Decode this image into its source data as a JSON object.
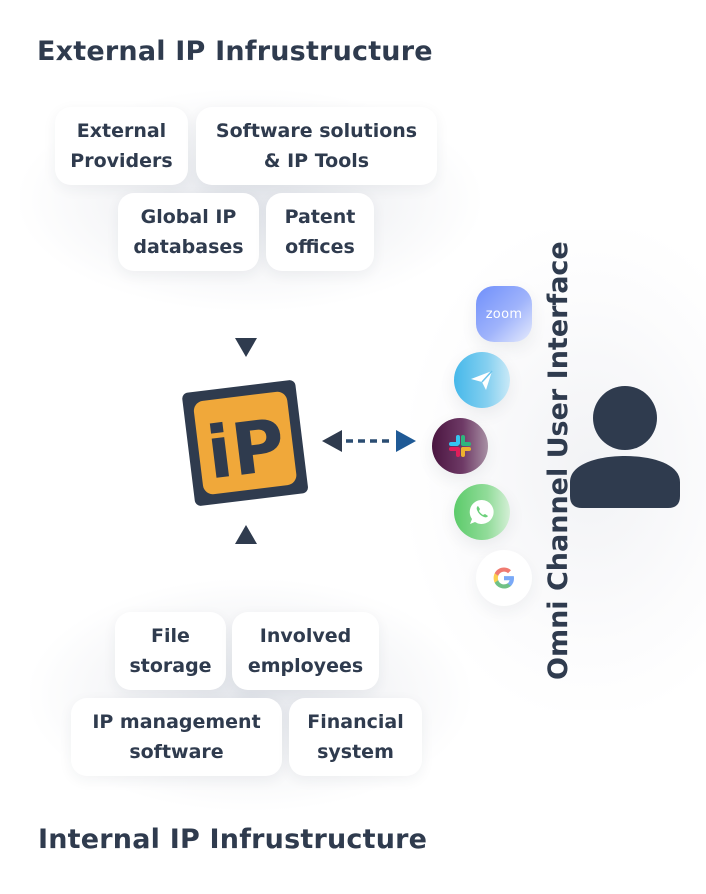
{
  "external": {
    "title": "External IP Infrustructure",
    "cards": [
      {
        "label": "External\nProviders"
      },
      {
        "label": "Software solutions\n& IP Tools"
      },
      {
        "label": "Global IP\ndatabases"
      },
      {
        "label": "Patent\noffices"
      }
    ]
  },
  "internal": {
    "title": "Internal IP Infrustructure",
    "cards": [
      {
        "label": "File\nstorage"
      },
      {
        "label": "Involved\nemployees"
      },
      {
        "label": "IP management\nsoftware"
      },
      {
        "label": "Financial\nsystem"
      }
    ]
  },
  "center": {
    "logo_text": "iP",
    "logo_colors": {
      "frame": "#2f3b4e",
      "fill": "#f0a83a",
      "text": "#2f3b4e"
    }
  },
  "omni_channel": {
    "title": "Omni Channel User Interface",
    "apps": [
      {
        "name": "Zoom",
        "icon": "zoom-icon",
        "label": "zoom"
      },
      {
        "name": "Telegram",
        "icon": "telegram-icon"
      },
      {
        "name": "Slack",
        "icon": "slack-icon"
      },
      {
        "name": "WhatsApp",
        "icon": "whatsapp-icon"
      },
      {
        "name": "Google",
        "icon": "google-icon"
      }
    ],
    "user_icon": "user-icon"
  },
  "colors": {
    "text": "#2f3b4e",
    "arrow_dark": "#2f3b4e",
    "arrow_blue": "#1f5a96"
  }
}
